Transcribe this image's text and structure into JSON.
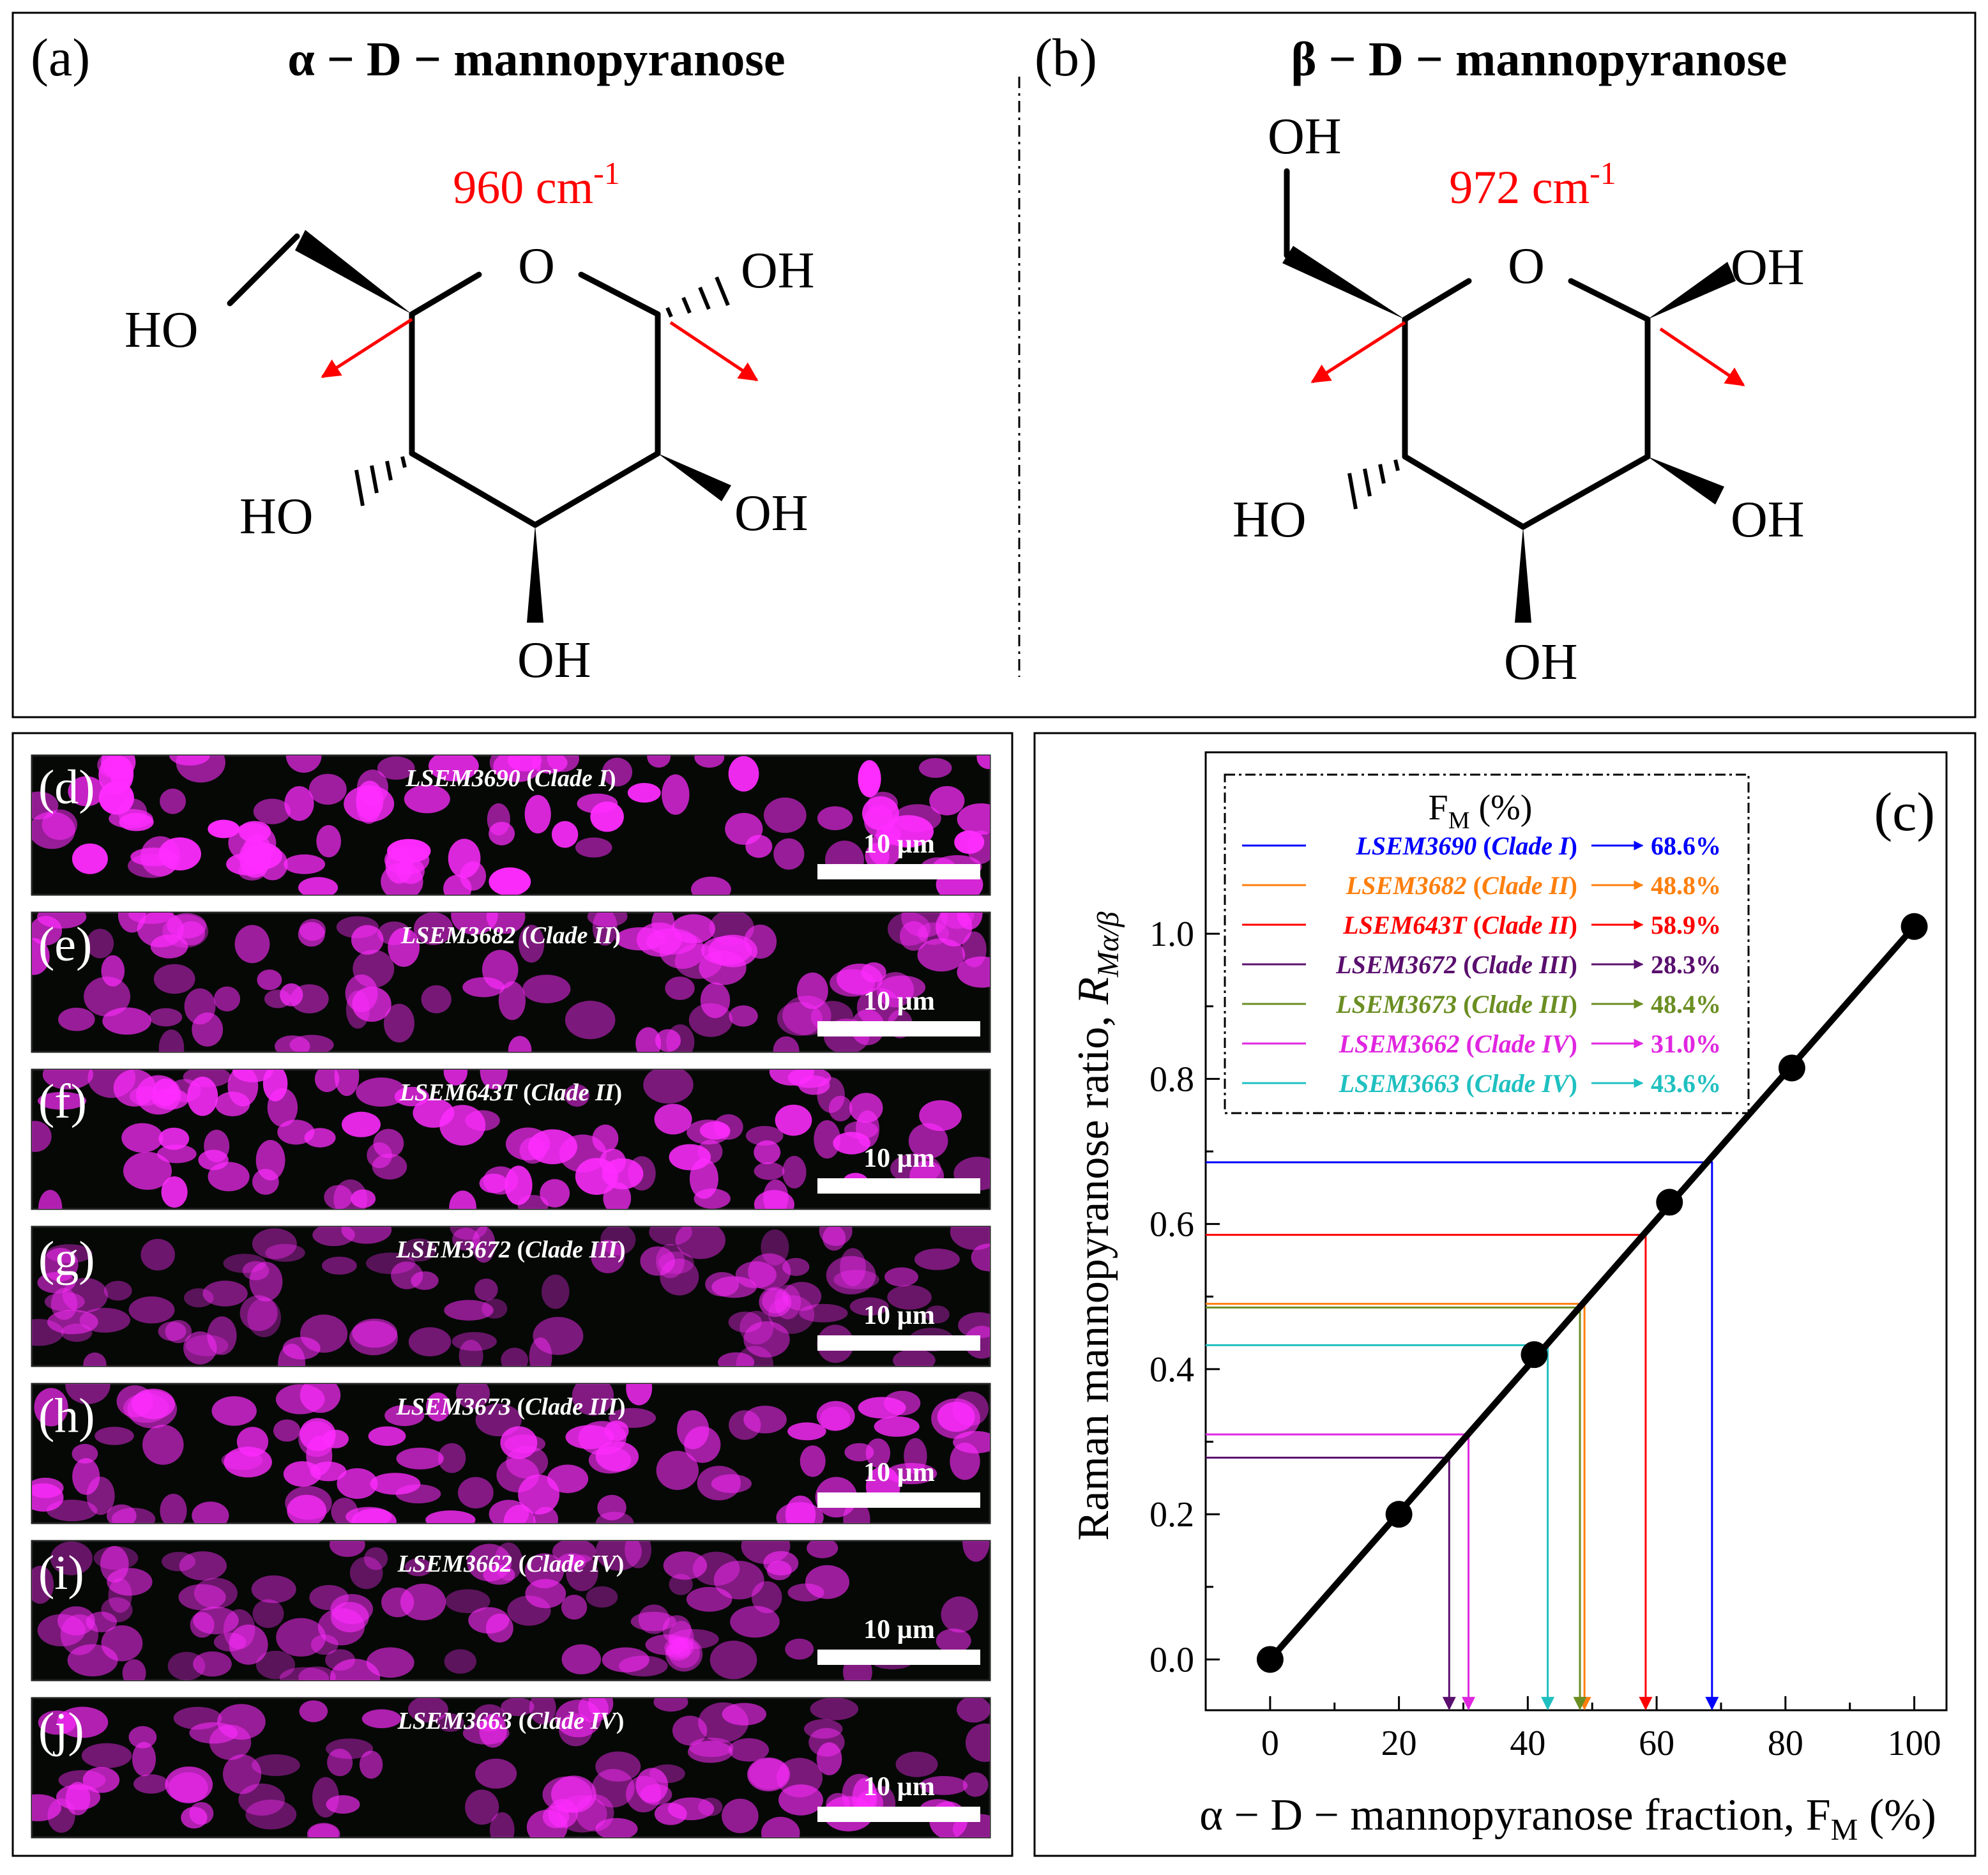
{
  "panel_a": {
    "letter": "(a)",
    "title": "α − D − mannopyranose",
    "wavenumber": "960 cm",
    "exp": "-1",
    "labels": {
      "ring_o": "O",
      "ho_top": "HO",
      "oh_top": "OH",
      "ho_left": "HO",
      "oh_right": "OH",
      "oh_bottom": "OH"
    }
  },
  "panel_b": {
    "letter": "(b)",
    "title": "β − D − mannopyranose",
    "wavenumber": "972 cm",
    "exp": "-1",
    "labels": {
      "ring_o": "O",
      "oh_top": "OH",
      "oh_right_top": "OH",
      "ho_left": "HO",
      "oh_right": "OH",
      "oh_bottom": "OH"
    }
  },
  "panel_c": {
    "letter": "(c)"
  },
  "colors": {
    "magenta": "#ff2cff",
    "accent_red": "#ff0000"
  },
  "images": [
    {
      "letter": "(d)",
      "title": "LSEM3690",
      "clade": "Clade I",
      "scale": "10 µm",
      "brightness": 0.95
    },
    {
      "letter": "(e)",
      "title": "LSEM3682",
      "clade": "Clade II",
      "scale": "10 µm",
      "brightness": 0.72
    },
    {
      "letter": "(f)",
      "title": "LSEM643T",
      "clade": "Clade II",
      "scale": "10 µm",
      "brightness": 0.85
    },
    {
      "letter": "(g)",
      "title": "LSEM3672",
      "clade": "Clade III",
      "scale": "10 µm",
      "brightness": 0.55
    },
    {
      "letter": "(h)",
      "title": "LSEM3673",
      "clade": "Clade III",
      "scale": "10 µm",
      "brightness": 0.8
    },
    {
      "letter": "(i)",
      "title": "LSEM3662",
      "clade": "Clade IV",
      "scale": "10 µm",
      "brightness": 0.6
    },
    {
      "letter": "(j)",
      "title": "LSEM3663",
      "clade": "Clade IV",
      "scale": "10 µm",
      "brightness": 0.68
    }
  ],
  "chart_data": {
    "type": "scatter",
    "xlabel": "α − D − mannopyranose fraction, F",
    "xlabel_sub": "M",
    "xlabel_unit": " (%)",
    "ylabel": "Raman mannopyranose ratio, ",
    "ylabel_var": "R",
    "ylabel_sub": "Mα/β",
    "xlim": [
      -10,
      105
    ],
    "ylim": [
      -0.07,
      1.25
    ],
    "xticks": [
      0,
      20,
      40,
      60,
      80,
      100
    ],
    "yticks": [
      0.0,
      0.2,
      0.4,
      0.6,
      0.8,
      1.0
    ],
    "xtick_labels": [
      "0",
      "20",
      "40",
      "60",
      "80",
      "100"
    ],
    "ytick_labels": [
      "0.0",
      "0.2",
      "0.4",
      "0.6",
      "0.8",
      "1.0"
    ],
    "calibration_points": [
      {
        "x": 0,
        "y": 0.0
      },
      {
        "x": 20,
        "y": 0.2
      },
      {
        "x": 41,
        "y": 0.42
      },
      {
        "x": 62,
        "y": 0.63
      },
      {
        "x": 81,
        "y": 0.815
      },
      {
        "x": 100,
        "y": 1.01
      }
    ],
    "fit_line": [
      [
        0,
        0.0
      ],
      [
        100,
        1.01
      ]
    ],
    "legend_title": "F",
    "legend_title_sub": "M",
    "legend_title_unit": " (%)",
    "series": [
      {
        "name": "LSEM3690",
        "clade": "Clade I",
        "value": "68.6%",
        "color": "#0000ff",
        "x": 68.6,
        "y": 0.685
      },
      {
        "name": "LSEM3682",
        "clade": "Clade II",
        "value": "48.8%",
        "color": "#ff7f0e",
        "x": 48.8,
        "y": 0.49
      },
      {
        "name": "LSEM643T",
        "clade": "Clade II",
        "value": "58.9%",
        "color": "#ff0000",
        "x": 58.3,
        "y": 0.585
      },
      {
        "name": "LSEM3672",
        "clade": "Clade III",
        "value": "28.3%",
        "color": "#5a0f6e",
        "x": 27.8,
        "y": 0.278
      },
      {
        "name": "LSEM3673",
        "clade": "Clade III",
        "value": "48.4%",
        "color": "#6b8e23",
        "x": 48.1,
        "y": 0.485
      },
      {
        "name": "LSEM3662",
        "clade": "Clade IV",
        "value": "31.0%",
        "color": "#e026e0",
        "x": 30.8,
        "y": 0.31
      },
      {
        "name": "LSEM3663",
        "clade": "Clade IV",
        "value": "43.6%",
        "color": "#20c0c0",
        "x": 43.1,
        "y": 0.433
      }
    ]
  }
}
